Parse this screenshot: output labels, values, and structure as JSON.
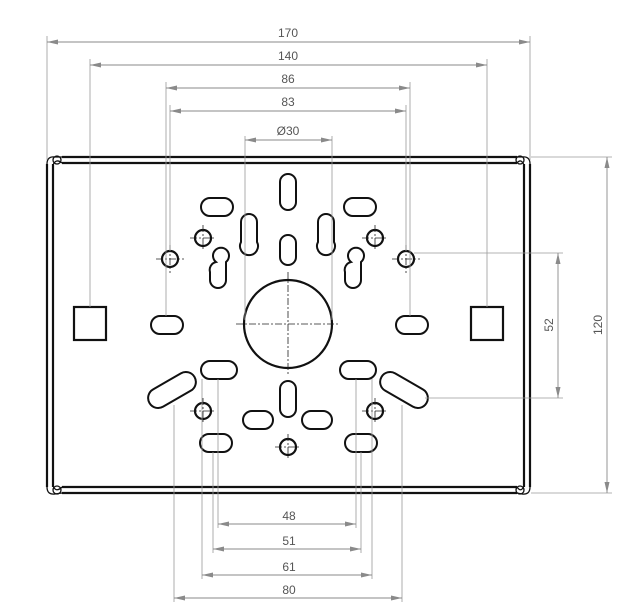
{
  "dimensions": {
    "d170": "170",
    "d140": "140",
    "d86": "86",
    "d83": "83",
    "d30": "Ø30",
    "d48": "48",
    "d51": "51",
    "d61": "61",
    "d80": "80",
    "d52": "52",
    "d120": "120"
  }
}
